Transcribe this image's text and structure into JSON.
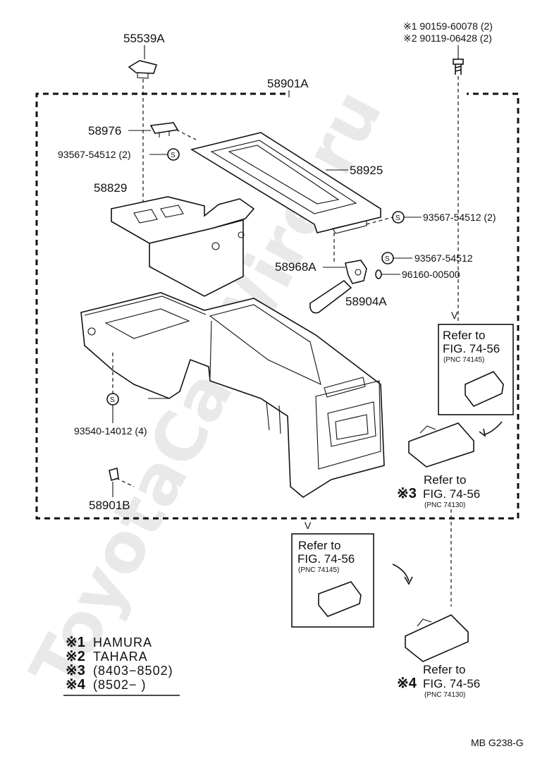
{
  "watermark": "ToyotaCarWire.ru",
  "fasteners_note": {
    "line1": "※1 90159-60078 (2)",
    "line2": "※2 90119-06428 (2)"
  },
  "parts": {
    "p55539a": "55539A",
    "p58901a": "58901A",
    "p58976": "58976",
    "p93567_2a": "93567-54512 (2)",
    "p58925": "58925",
    "p58829": "58829",
    "p93567_2b": "93567-54512 (2)",
    "p93567": "93567-54512",
    "p58968a": "58968A",
    "p96160": "96160-00500",
    "p58904a": "58904A",
    "p93540": "93540-14012 (4)",
    "p58901b": "58901B"
  },
  "s_symbol": "S",
  "refs": {
    "v_mark": "V",
    "ref1": {
      "line1": "Refer to",
      "line2": "FIG. 74-56",
      "line3": "(PNC 74145)"
    },
    "ref2": {
      "mark": "※3",
      "line1": "Refer to",
      "line2": "FIG. 74-56",
      "line3": "(PNC 74130)"
    },
    "ref3": {
      "line1": "Refer to",
      "line2": "FIG. 74-56",
      "line3": "(PNC 74145)"
    },
    "ref4": {
      "mark": "※4",
      "line1": "Refer to",
      "line2": "FIG. 74-56",
      "line3": "(PNC 74130)"
    }
  },
  "legend": [
    {
      "mark": "※1",
      "text": "HAMURA"
    },
    {
      "mark": "※2",
      "text": "TAHARA"
    },
    {
      "mark": "※3",
      "text": "(8403−8502)"
    },
    {
      "mark": "※4",
      "text": "(8502−        )"
    }
  ],
  "footer_code": "MB   G238-G"
}
